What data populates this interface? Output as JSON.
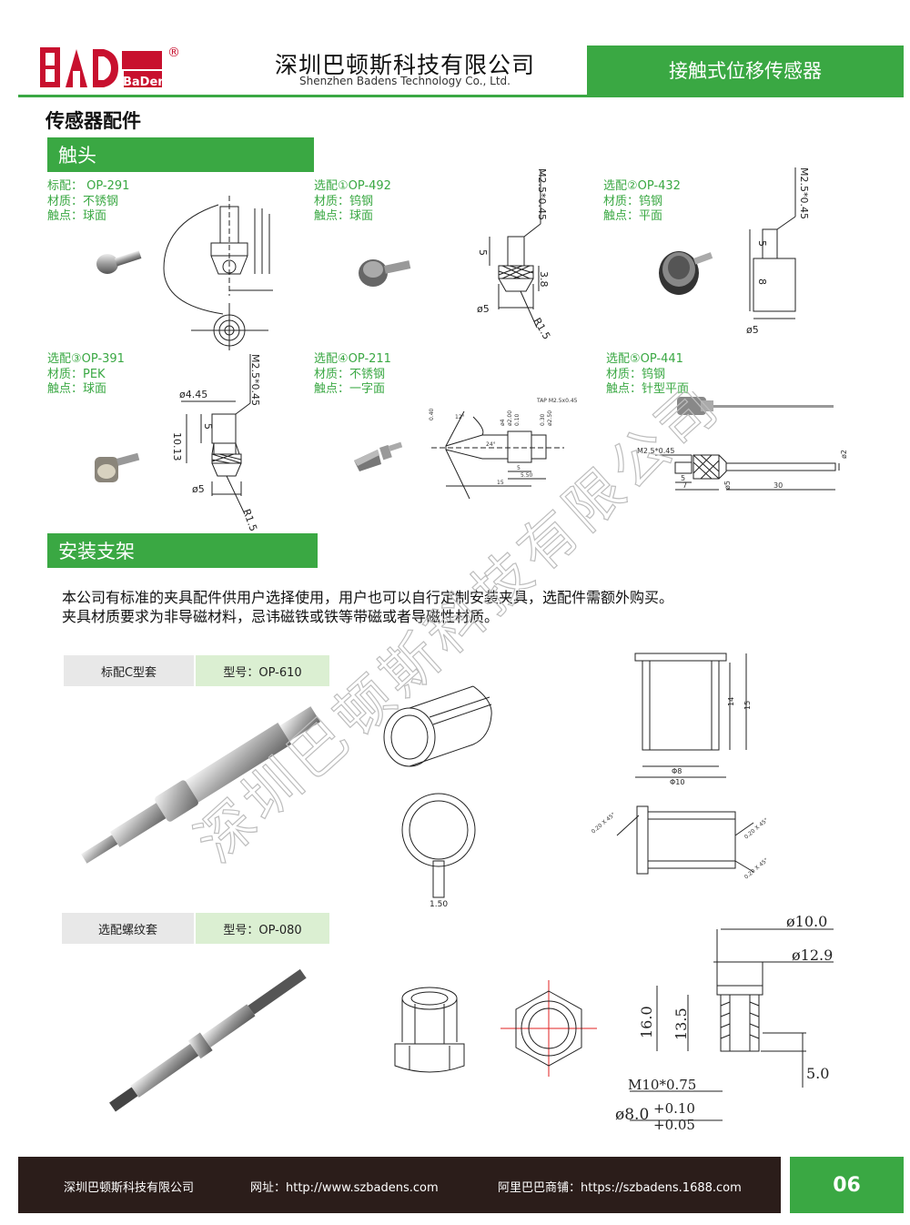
{
  "header": {
    "logo_text": "BaDens巴顿斯",
    "company_cn": "深圳巴顿斯科技有限公司",
    "company_en": "Shenzhen Badens Technology Co., Ltd.",
    "category": "接触式位移传感器",
    "colors": {
      "brand_green": "#3aa843",
      "logo_red": "#c8102e",
      "footer_dark": "#2b1d1a"
    }
  },
  "page_heading": "传感器配件",
  "section_tips": "触头",
  "tips": [
    {
      "label": "标配： OP-291",
      "material": "材质：不锈钢",
      "contact": "触点：球面"
    },
    {
      "label": "选配①OP-492",
      "material": "材质：钨钢",
      "contact": "触点：球面"
    },
    {
      "label": "选配②OP-432",
      "material": "材质：钨钢",
      "contact": "触点：平面"
    },
    {
      "label": "选配③OP-391",
      "material": "材质：PEK",
      "contact": "触点：球面"
    },
    {
      "label": "选配④OP-211",
      "material": "材质：不锈钢",
      "contact": "触点：一字面"
    },
    {
      "label": "选配⑤OP-441",
      "material": "材质：钨钢",
      "contact": "触点：针型平面"
    }
  ],
  "dims": {
    "op492": {
      "thread": "M2.5*0.45",
      "h": "5",
      "d": "3.8",
      "dia": "ø5",
      "r": "R1.5"
    },
    "op432": {
      "thread": "M2.5*0.45",
      "h1": "5",
      "h2": "8",
      "dia": "ø5"
    },
    "op391": {
      "thread": "M2.5*0.45",
      "dia_top": "ø4.45",
      "h1": "5",
      "h2": "10.13",
      "dia": "ø5",
      "r": "R1.5"
    },
    "op211": {
      "tap": "TAP M2.5x0.45",
      "a1": "0.40",
      "a2": "12°",
      "a3": "24°",
      "l1": "5",
      "l2": "5.50",
      "l3": "15",
      "d1": "ø4",
      "d2": "ø2.00",
      "d3": "0.10",
      "d4": "0.30",
      "d5": "ø2.50"
    },
    "op441": {
      "thread": "M2.5*0.45",
      "l1": "5",
      "l2": "7",
      "l3": "30",
      "d1": "ø5",
      "d2": "ø2"
    },
    "op610": {
      "d_in": "Φ8",
      "d_out": "Φ10",
      "h1": "14",
      "h2": "15",
      "slot": "1.50",
      "ch1": "0.20 X 45°",
      "ch2": "0.20 X 45°",
      "ch3": "0.20 X 45°"
    },
    "op080": {
      "d1": "ø10.0",
      "d2": "ø12.9",
      "h1": "16.0",
      "h2": "13.5",
      "h3": "5.0",
      "thread": "M10*0.75",
      "tol_base": "ø8.0",
      "tol_up": "+0.10",
      "tol_dn": "+0.05"
    }
  },
  "section_mount": "安装支架",
  "intro": [
    "本公司有标准的夹具配件供用户选择使用，用户也可以自行定制安装夹具，选配件需额外购买。",
    "夹具材质要求为非导磁材料，忌讳磁铁或铁等带磁或者导磁性材质。"
  ],
  "mounts": [
    {
      "name": "标配C型套",
      "model": "型号：OP-610"
    },
    {
      "name": "选配螺纹套",
      "model": "型号：OP-080"
    }
  ],
  "watermark": "深圳巴顿斯科技有限公司",
  "footer": {
    "company": "深圳巴顿斯科技有限公司",
    "website": "网址：http://www.szbadens.com",
    "shop": "阿里巴巴商铺：https://szbadens.1688.com",
    "page": "06"
  }
}
